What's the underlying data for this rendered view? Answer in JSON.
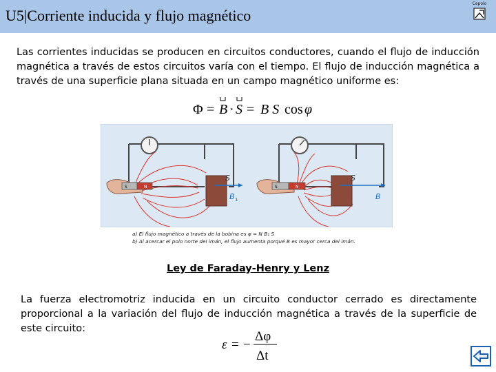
{
  "header": {
    "title": "U5|Corriente inducida y flujo magnético",
    "logo_text": "Cepolo"
  },
  "intro": {
    "text": "Las corrientes inducidas se producen en circuitos conductores, cuando el flujo de inducción magnética a través de estos circuitos varía con el tiempo. El flujo de inducción magnética a través de una superficie plana situada en un campo magnético uniforme es:"
  },
  "formula1": {
    "phi": "Φ",
    "eq": "=",
    "b": "B",
    "dot": "·",
    "s": "S",
    "eq2": "=",
    "bs": "B S",
    "cos": "cos",
    "angle": "φ"
  },
  "figure": {
    "left_s_label": "S",
    "left_b_label": "B",
    "left_b_sub": "1",
    "right_s_label": "S",
    "right_b_label": "B",
    "magnet_s": "S",
    "magnet_n": "N",
    "caption_a": "a) El flujo magnético a través de la bobina es φ = N B₁ S",
    "caption_b": "b) Al acercar el polo norte del imán, el flujo aumenta porqué B es mayor cerca del imán."
  },
  "law": {
    "heading": "Ley de Faraday-Henry y Lenz",
    "text": "La fuerza electromotriz inducida en un circuito conductor cerrado es directamente proporcional a la variación del flujo de inducción magnética a través de la superficie de este circuito:"
  },
  "formula2": {
    "emf": "ε",
    "eq": "=",
    "minus": "−",
    "numerator": "Δφ",
    "denominator": "Δt"
  },
  "colors": {
    "header_bg": "#a9c5e8",
    "figure_bg": "#dce9f5",
    "field_lines": "#d9342b",
    "arrow_blue": "#1b6fc2",
    "back_arrow": "#1b5fb0"
  },
  "icons": {
    "back": "back-arrow-icon",
    "logo": "logo-icon"
  }
}
